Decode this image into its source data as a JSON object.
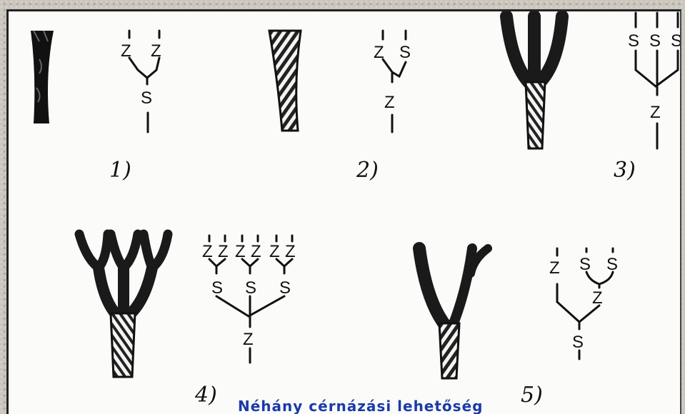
{
  "caption": "Néhány cérnázási lehetőség",
  "figures": [
    {
      "label": "1)",
      "inputs": [
        "Z",
        "Z"
      ],
      "output": "S"
    },
    {
      "label": "2)",
      "inputs": [
        "Z",
        "S"
      ],
      "output": "Z"
    },
    {
      "label": "3)",
      "inputs": [
        "S",
        "S",
        "S"
      ],
      "output": "Z"
    },
    {
      "label": "4)",
      "inputs": [
        "Z",
        "Z",
        "Z",
        "Z",
        "Z",
        "Z"
      ],
      "middle": [
        "S",
        "S",
        "S"
      ],
      "output": "Z"
    },
    {
      "label": "5)",
      "inputs": [
        "Z",
        "S",
        "S"
      ],
      "middle": [
        "Z"
      ],
      "output": "S"
    }
  ]
}
